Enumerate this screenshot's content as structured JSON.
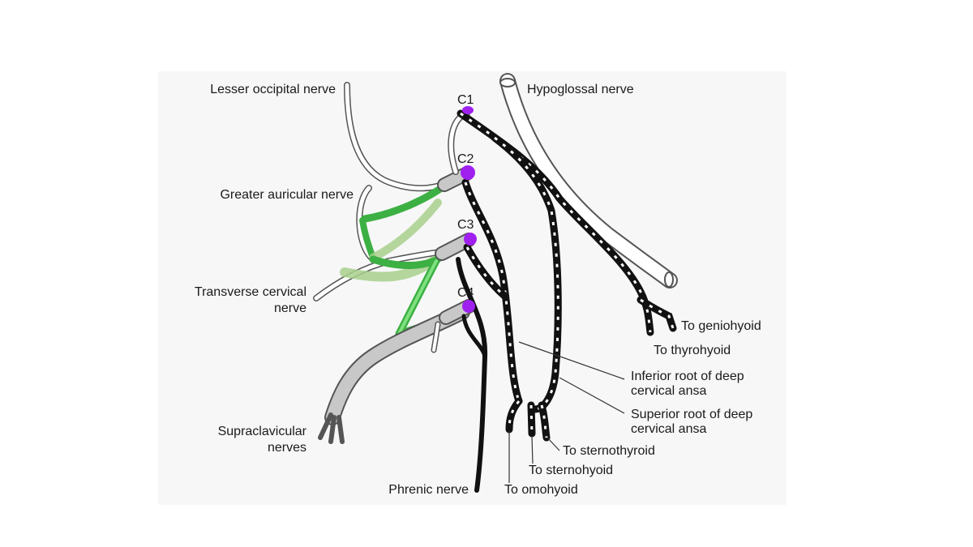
{
  "segments": {
    "c1": "C1",
    "c2": "C2",
    "c3": "C3",
    "c4": "C4"
  },
  "labels": {
    "lesser_occipital": "Lesser occipital nerve",
    "hypoglossal": "Hypoglossal nerve",
    "greater_auricular": "Greater auricular nerve",
    "transverse_cervical_1": "Transverse cervical",
    "transverse_cervical_2": "nerve",
    "supraclavicular_1": "Supraclavicular",
    "supraclavicular_2": "nerves",
    "phrenic": "Phrenic nerve",
    "geniohyoid": "To geniohyoid",
    "thyrohyoid": "To thyrohyoid",
    "inferior_root_1": "Inferior root of deep",
    "inferior_root_2": "cervical ansa",
    "superior_root_1": "Superior root of deep",
    "superior_root_2": "cervical ansa",
    "sternothyroid": "To sternothyroid",
    "sternohyoid": "To sternohyoid",
    "omohyoid": "To omohyoid"
  },
  "colors": {
    "root_tip": "#a020f0",
    "highlight_dark_green": "#3cb043",
    "highlight_light_green": "#a8d08d",
    "nerve_gray": "#c8c8c8",
    "nerve_outline": "#555555",
    "black_nerve": "#111111"
  }
}
